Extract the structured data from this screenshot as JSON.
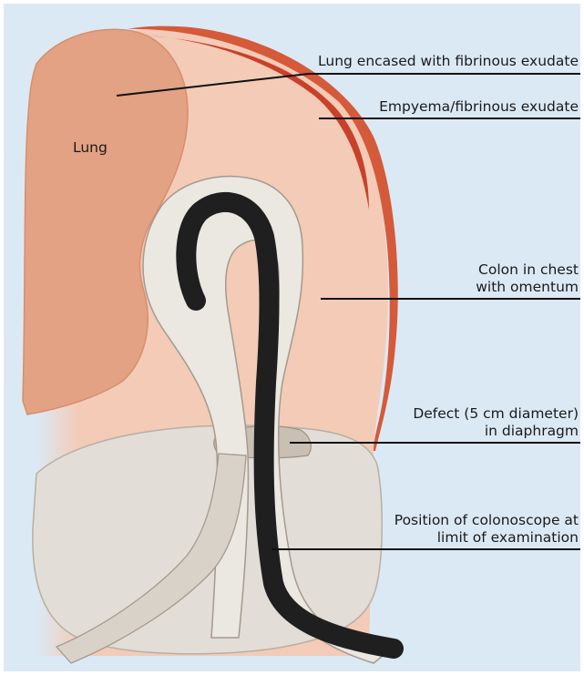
{
  "organ_labels": {
    "lung": "Lung"
  },
  "callouts": {
    "lung_encased": "Lung encased with fibrinous exudate",
    "empyema": "Empyema/fibrinous exudate",
    "colon_line1": "Colon in chest",
    "colon_line2": "with omentum",
    "defect_line1": "Defect (5 cm diameter)",
    "defect_line2": "in diaphragm",
    "scope_line1": "Position of colonoscope at",
    "scope_line2": "limit of examination"
  },
  "colors": {
    "background": "#dbe9f5",
    "chest": "#f3cbb7",
    "lung": "#e3a284",
    "exudate": "#d55a3a",
    "colon": "#ebe7e1",
    "abdomen": "#e2ddd6",
    "colonoscope": "#1f1f1f"
  }
}
